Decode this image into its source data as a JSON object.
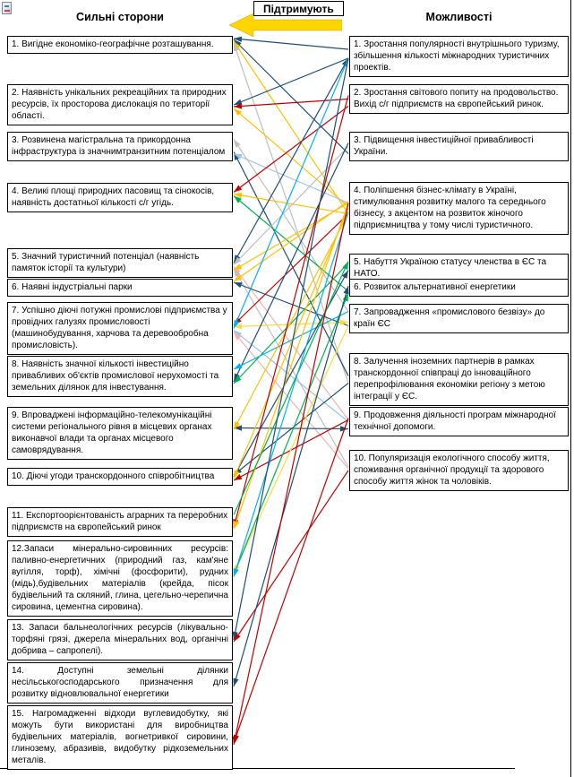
{
  "headers": {
    "left": "Сильні сторони",
    "right": "Можливості",
    "support": "Підтримують"
  },
  "strengths": [
    "1. Вигідне економіко-географічне розташування.",
    "2. Наявність унікальних рекреаційних та природних ресурсів, їх просторова дислокація по території області.",
    "3. Розвинена магістральна  та прикордонна інфраструктура із значнимтранзитним потенціалом",
    "4. Великі площі природних пасовищ та сінокосів, наявність достатньої кількості с/г угідь.",
    "5. Значний туристичний потенціал (наявність памяток історії та культури)",
    "6. Наявні індустріальні парки",
    "7. Успішно діючі потужні промислові підприємства у провідних галузях промисловості (машинобудування, харчова та деревообробна промисловість).",
    "8. Наявність значної кількості інвестиційно привабливих об'єктів промислової нерухомості та земельних ділянок для інвестування.",
    "9. Впроваджені інформаційно-телекомунікаційні системи регіонального рівня в місцевих органах виконавчої влади та органах місцевого самоврядування.",
    "10. Діючі угоди транскордонного співробітництва",
    "11. Експортоорієнтованість аграрних та переробних підприємств на європейський ринок",
    "12.Запаси мінерально-сировинних ресурсів: паливно-енергетичних (природний газ, кам'яне вугілля, торф), хімічні (фосфорити), рудних (мідь),будівельних матеріалів (крейда, пісок будівельний та скляний, глина, цегельно-черепична сировина, цементна сировина).",
    "13.  Запаси бальнеологічних ресурсів (лікувально-торфяні грязі, джерела мінеральних вод, органічні добрива – сапропелі).",
    "14.  Доступні земельні ділянки несільськогосподарського призначення для розвитку відновлювальної енергетики",
    "15.  Нагромадженні відходи вуглевидобутку, які можуть бути використані для виробництва будівельних матеріалів, вогнетривкої сировини, глинозему, абразивів, видобутку рідкоземельних металів."
  ],
  "opportunities": [
    "1. Зростання популярності внутрішнього туризму, збільшення кількості міжнародних туристичних проектів.",
    "2. Зростання світового попиту на продовольство. Вихід с/г підприємств на європейський ринок.",
    "3. Підвищення інвестиційної привабливості України.",
    "4. Поліпшення бізнес-клімату в Україні, стимулювання розвитку малого та середнього бізнесу, з акцентом на розвиток жіночого підприємництва у тому числі туристичного.",
    "5. Набуття Україною статусу членства в ЄС та НАТО.",
    "6. Розвиток альтернативної енергетики",
    "7. Запровадження «промислового безвізу» до країн ЄС",
    "8. Залучення іноземних партнерів в рамках транскордонної співпраці до інноваційного перепрофілювання економіки регіону з метою інтеграції у ЄС.",
    "9. Продовження діяльності програм міжнародної технічної допомоги.",
    "10. Популяризація екологічного способу життя, споживання органічної продукції та здорового способу життя жінок та чоловіків."
  ],
  "colors": {
    "navy": "#1f4e79",
    "blue": "#2e75b6",
    "red": "#c00000",
    "gold": "#ffc000",
    "yellow": "#ffd93b",
    "green": "#00b050",
    "cyan": "#00b0f0",
    "gray": "#bfbfbf",
    "lightblue": "#9dc3e6",
    "pink": "#f2b2b2",
    "support_arrow": "#ffd500"
  },
  "connections": [
    {
      "s": 1,
      "o": 1,
      "c": "navy",
      "h": "L"
    },
    {
      "s": 1,
      "o": 3,
      "c": "navy",
      "h": "L"
    },
    {
      "s": 1,
      "o": 4,
      "c": "gold",
      "h": "L"
    },
    {
      "s": 1,
      "o": 8,
      "c": "gray",
      "h": "L"
    },
    {
      "s": 2,
      "o": 1,
      "c": "navy",
      "h": "L"
    },
    {
      "s": 2,
      "o": 2,
      "c": "red",
      "h": "L"
    },
    {
      "s": 2,
      "o": 4,
      "c": "gold",
      "h": "L"
    },
    {
      "s": 3,
      "o": 8,
      "c": "navy",
      "h": "L"
    },
    {
      "s": 3,
      "o": 4,
      "c": "lightblue",
      "h": "L"
    },
    {
      "s": 3,
      "o": 7,
      "c": "gray",
      "h": "L"
    },
    {
      "s": 4,
      "o": 2,
      "c": "red",
      "h": "L"
    },
    {
      "s": 4,
      "o": 4,
      "c": "gold",
      "h": "L"
    },
    {
      "s": 4,
      "o": 6,
      "c": "green",
      "h": "L"
    },
    {
      "s": 5,
      "o": 1,
      "c": "navy",
      "h": "B"
    },
    {
      "s": 5,
      "o": 3,
      "c": "gray",
      "h": "L"
    },
    {
      "s": 5,
      "o": 9,
      "c": "pink",
      "h": "L"
    },
    {
      "s": 5,
      "o": 10,
      "c": "gray",
      "h": "L"
    },
    {
      "s": 5,
      "o": 4,
      "c": "gold",
      "h": "L"
    },
    {
      "s": 6,
      "o": 4,
      "c": "gold",
      "h": "L"
    },
    {
      "s": 6,
      "o": 7,
      "c": "navy",
      "h": "L"
    },
    {
      "s": 7,
      "o": 4,
      "c": "red",
      "h": "L"
    },
    {
      "s": 7,
      "o": 7,
      "c": "yellow",
      "h": "B"
    },
    {
      "s": 7,
      "o": 1,
      "c": "cyan",
      "h": "L"
    },
    {
      "s": 7,
      "o": 9,
      "c": "lightblue",
      "h": "L"
    },
    {
      "s": 7,
      "o": 10,
      "c": "pink",
      "h": "L"
    },
    {
      "s": 8,
      "o": 3,
      "c": "navy",
      "h": "L"
    },
    {
      "s": 8,
      "o": 5,
      "c": "green",
      "h": "L"
    },
    {
      "s": 8,
      "o": 7,
      "c": "cyan",
      "h": "L"
    },
    {
      "s": 9,
      "o": 9,
      "c": "navy",
      "h": "B"
    },
    {
      "s": 9,
      "o": 4,
      "c": "gold",
      "h": "L"
    },
    {
      "s": 10,
      "o": 8,
      "c": "navy",
      "h": "L"
    },
    {
      "s": 10,
      "o": 5,
      "c": "navy",
      "h": "R"
    },
    {
      "s": 10,
      "o": 4,
      "c": "gold",
      "h": "L"
    },
    {
      "s": 10,
      "o": 9,
      "c": "red",
      "h": "L"
    },
    {
      "s": 11,
      "o": 2,
      "c": "red",
      "h": "L"
    },
    {
      "s": 11,
      "o": 4,
      "c": "gold",
      "h": "L"
    },
    {
      "s": 11,
      "o": 5,
      "c": "green",
      "h": "R"
    },
    {
      "s": 12,
      "o": 7,
      "c": "yellow",
      "h": "L"
    },
    {
      "s": 12,
      "o": 6,
      "c": "green",
      "h": "R"
    },
    {
      "s": 12,
      "o": 4,
      "c": "cyan",
      "h": "L"
    },
    {
      "s": 13,
      "o": 1,
      "c": "navy",
      "h": "L"
    },
    {
      "s": 13,
      "o": 10,
      "c": "red",
      "h": "L"
    },
    {
      "s": 14,
      "o": 6,
      "c": "navy",
      "h": "B"
    },
    {
      "s": 15,
      "o": 9,
      "c": "red",
      "h": "L"
    },
    {
      "s": 15,
      "o": 4,
      "c": "red",
      "h": "L"
    }
  ]
}
